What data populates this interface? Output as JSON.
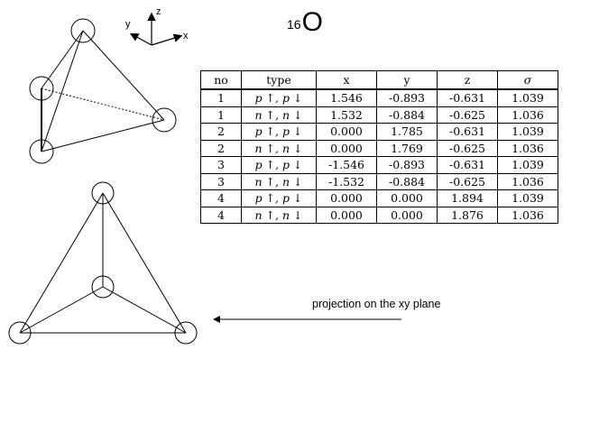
{
  "title": {
    "superscript": "16",
    "symbol": "O"
  },
  "axes_icon": {
    "x_label": "x",
    "y_label": "y",
    "z_label": "z"
  },
  "table": {
    "headers": [
      "no",
      "type",
      "x",
      "y",
      "z",
      "σ"
    ],
    "rows": [
      [
        "1",
        "p ↑, p ↓",
        "1.546",
        "-0.893",
        "-0.631",
        "1.039"
      ],
      [
        "1",
        "n ↑, n ↓",
        "1.532",
        "-0.884",
        "-0.625",
        "1.036"
      ],
      [
        "2",
        "p ↑, p ↓",
        "0.000",
        "1.785",
        "-0.631",
        "1.039"
      ],
      [
        "2",
        "n ↑, n ↓",
        "0.000",
        "1.769",
        "-0.625",
        "1.036"
      ],
      [
        "3",
        "p ↑, p ↓",
        "-1.546",
        "-0.893",
        "-0.631",
        "1.039"
      ],
      [
        "3",
        "n ↑, n ↓",
        "-1.532",
        "-0.884",
        "-0.625",
        "1.036"
      ],
      [
        "4",
        "p ↑, p ↓",
        "0.000",
        "0.000",
        "1.894",
        "1.039"
      ],
      [
        "4",
        "n ↑, n ↓",
        "0.000",
        "0.000",
        "1.876",
        "1.036"
      ]
    ]
  },
  "caption": "projection on the xy plane"
}
